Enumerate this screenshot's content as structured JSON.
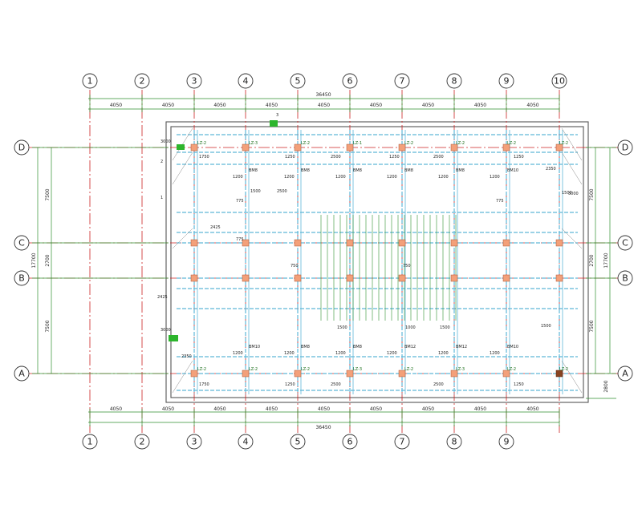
{
  "axes": {
    "columns": [
      "1",
      "2",
      "3",
      "4",
      "5",
      "6",
      "7",
      "8",
      "9",
      "10"
    ],
    "rows": [
      "D",
      "C",
      "B",
      "A"
    ]
  },
  "dimensions": {
    "total_width": "36450",
    "bay": "4050",
    "total_height": "17700",
    "row_spacing": [
      "7500",
      "2700",
      "7500"
    ],
    "right_offset": "2800"
  },
  "labels": {
    "column_tag_a": "LZ-2",
    "column_tag_b": "LZ-3",
    "column_tag_c": "LZ-1",
    "beam_tag": "BM8",
    "beam_tag_10": "BM10",
    "beam_tag_12": "BM12",
    "span_1200": "1200",
    "span_1500": "1500",
    "span_2500": "2500",
    "span_1250": "1250",
    "span_1750": "1750",
    "span_750": "750",
    "span_775": "775",
    "span_2425": "2425",
    "span_2350": "2350",
    "span_1000": "1000",
    "span_3000": "3000",
    "mark_1": "1",
    "mark_2": "2",
    "mark_3": "3"
  },
  "colors": {
    "grid": "#cc2222",
    "dimension": "#2f8f2f",
    "beam": "#5fb8d8",
    "column": "#f3a07a",
    "wall": "#555555"
  }
}
